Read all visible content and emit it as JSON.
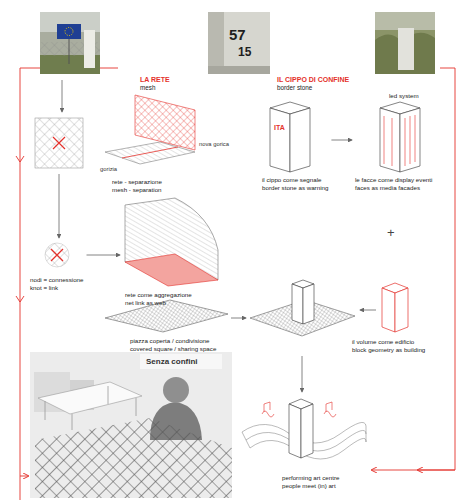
{
  "diagram": {
    "nodes": [
      {
        "text": [
          "LA RETE",
          "mesh"
        ]
      },
      {
        "text": [
          "IL CIPPO DI CONFINE",
          "border stone"
        ]
      },
      {
        "text": [
          "rete - separazione",
          "mesh - separation"
        ]
      },
      {
        "text": [
          "ITA",
          "il cippo come segnale",
          "border stone as warning"
        ]
      },
      {
        "text": [
          "led system",
          "le facce come display eventi",
          "faces as media facades"
        ]
      },
      {
        "text": [
          "nodi = connessione",
          "knot = link"
        ]
      },
      {
        "text": [
          "rete come aggregazione",
          "net link as web"
        ]
      },
      {
        "text": [
          "piazza coperta / condivisione",
          "covered square / sharing space"
        ]
      },
      {
        "text": [
          "il volume come edificio",
          "block geometry as building"
        ]
      },
      {
        "text": [
          "performing art centre",
          "people meet (in) art"
        ]
      }
    ],
    "edges": [
      {
        "from": 3,
        "to": 4,
        "arrow": "to"
      },
      {
        "from": 5,
        "to": 6,
        "arrow": "to"
      }
    ],
    "labels": [
      "57",
      "15",
      "nova gorica",
      "gorizia",
      "+",
      "Senza confini"
    ]
  }
}
